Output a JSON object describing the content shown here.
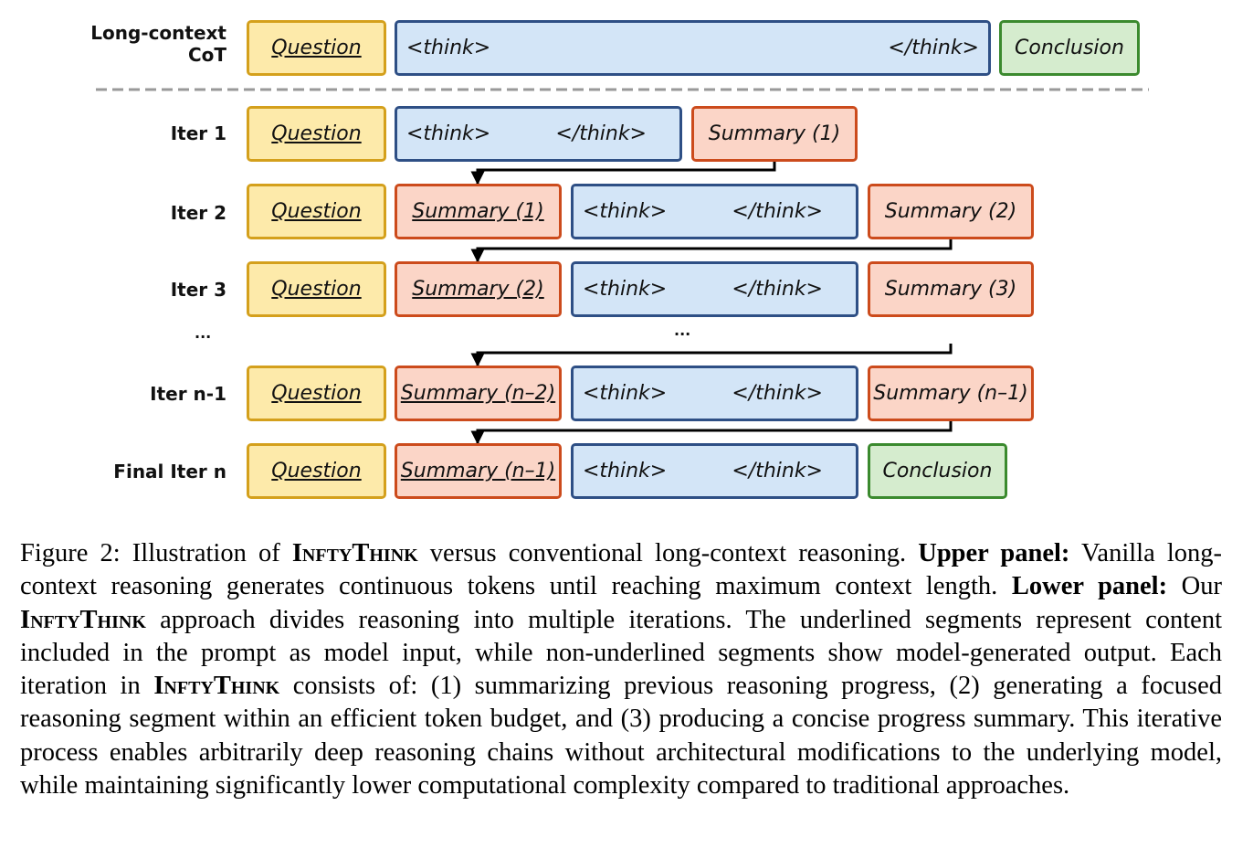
{
  "rows": {
    "cot": {
      "label_line1": "Long-context",
      "label_line2": "CoT"
    },
    "iter1": {
      "label": "Iter 1"
    },
    "iter2": {
      "label": "Iter 2"
    },
    "iter3": {
      "label": "Iter 3"
    },
    "dots": {
      "label": "..."
    },
    "itern1": {
      "label": "Iter n-1"
    },
    "final": {
      "label": "Final Iter n"
    }
  },
  "boxes": {
    "question": "Question",
    "think_open": "<think>",
    "think_close": "</think>",
    "conclusion": "Conclusion",
    "summary_1": "Summary (1)",
    "summary_2": "Summary (2)",
    "summary_3": "Summary (3)",
    "summary_n2": "Summary (n–2)",
    "summary_n1": "Summary (n–1)",
    "ellipsis": "..."
  },
  "caption": {
    "fig": "Figure 2: Illustration of ",
    "name": "InftyThink",
    "t1": " versus conventional long-context reasoning. ",
    "upper": "Upper panel:",
    "t2": " Vanilla long-context reasoning generates continuous tokens until reaching maximum context length. ",
    "lower": "Lower panel:",
    "t3": " Our ",
    "t4": " approach divides reasoning into multiple iterations. The underlined segments represent content included in the prompt as model input, while non-underlined segments show model-generated output. Each iteration in ",
    "t5": " consists of: (1) summarizing previous reasoning progress, (2) generating a focused reasoning segment within an efficient token budget, and (3) producing a concise progress summary. This iterative process enables arbitrarily deep reasoning chains without architectural modifications to the underlying model, while maintaining significantly lower computational complexity compared to traditional approaches."
  },
  "colors": {
    "question_fill": "#fdeaaa",
    "question_border": "#d4a01c",
    "think_fill": "#d3e5f7",
    "think_border": "#2e4f85",
    "summary_fill": "#fbd5c7",
    "summary_border": "#cc4b1c",
    "conclusion_fill": "#d5ecce",
    "conclusion_border": "#3b8a2e"
  }
}
